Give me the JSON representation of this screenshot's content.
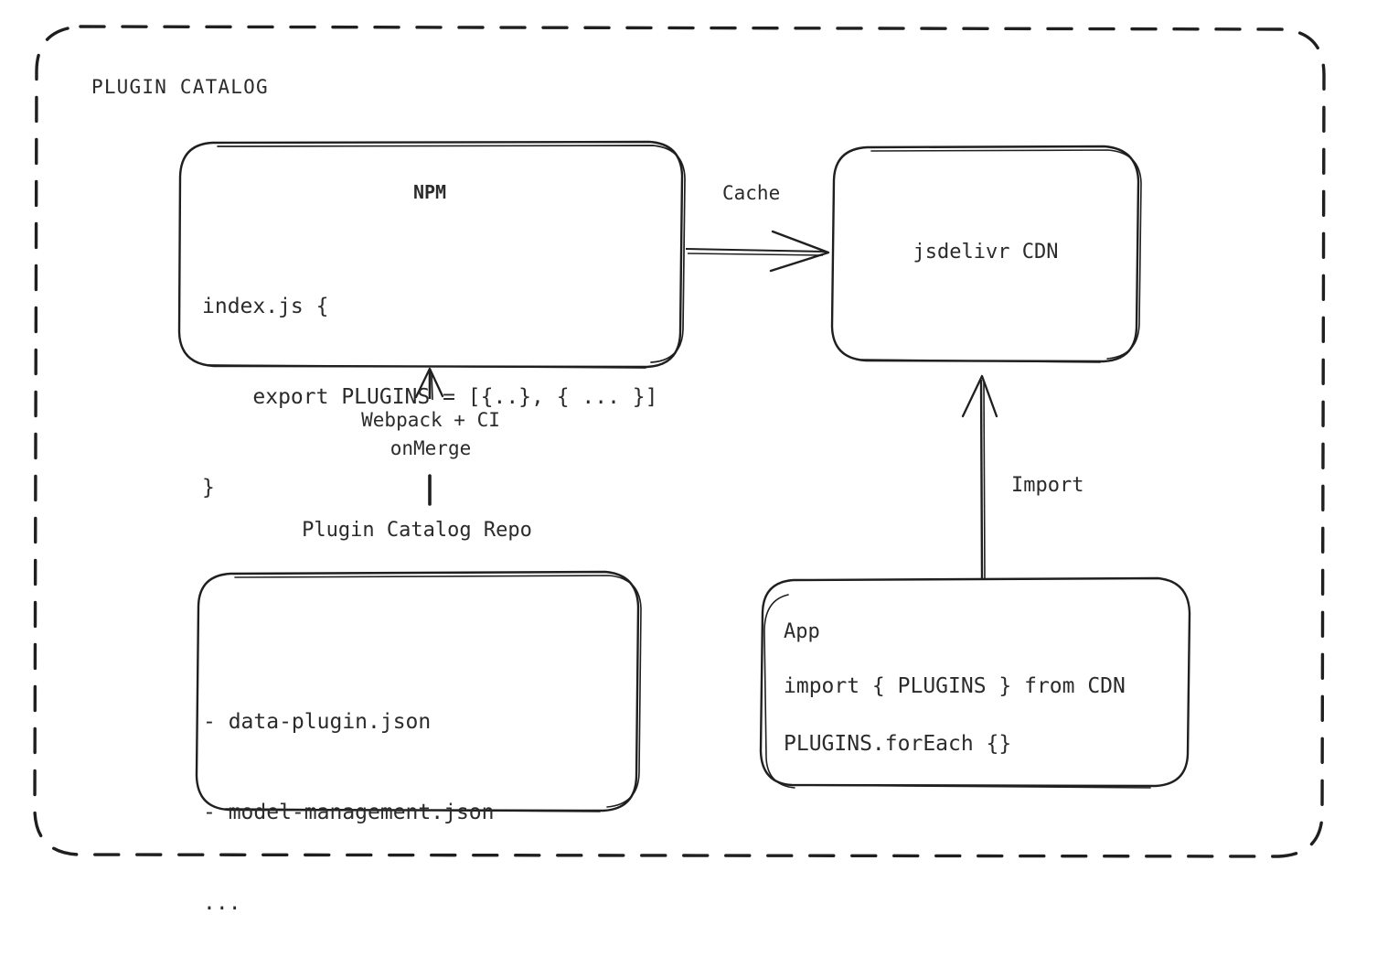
{
  "container": {
    "title": "PLUGIN CATALOG",
    "border_style": "dashed",
    "stroke_color": "#1f1f1f"
  },
  "nodes": {
    "npm": {
      "title": "NPM",
      "code_lines": [
        "index.js {",
        "    export PLUGINS = [{..}, { ... }]",
        "}"
      ]
    },
    "cdn": {
      "title": "jsdelivr CDN"
    },
    "repo": {
      "label": "Plugin Catalog Repo",
      "items": [
        "- data-plugin.json",
        "- model-management.json",
        "..."
      ]
    },
    "app": {
      "title": "App",
      "code_lines": [
        "import { PLUGINS } from CDN",
        "PLUGINS.forEach {}"
      ]
    }
  },
  "edges": {
    "cache": {
      "label": "Cache",
      "from": "npm",
      "to": "cdn",
      "direction": "right"
    },
    "build": {
      "label_line1": "Webpack + CI",
      "label_line2": "onMerge",
      "from": "repo",
      "to": "npm",
      "direction": "up"
    },
    "import": {
      "label": "Import",
      "from": "app",
      "to": "cdn",
      "direction": "up"
    }
  },
  "colors": {
    "text": "#2b2b2b",
    "stroke": "#1f1f1f",
    "background": "#ffffff"
  }
}
